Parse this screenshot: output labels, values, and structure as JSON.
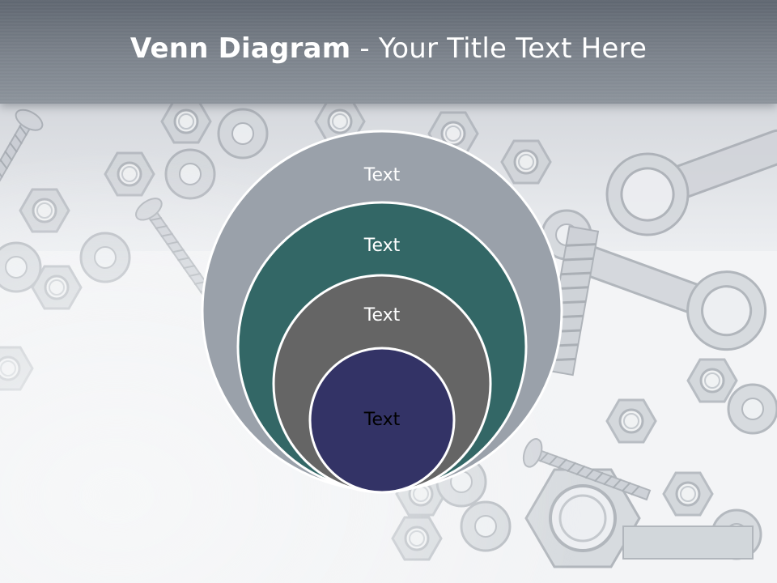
{
  "slide": {
    "title_bold": "Venn Diagram",
    "title_rest": " - Your Title Text Here"
  },
  "diagram": {
    "type": "nested-circles",
    "circles": [
      {
        "label": "Text",
        "fill": "#9aa1aa",
        "label_color": "#ffffff"
      },
      {
        "label": "Text",
        "fill": "#336766",
        "label_color": "#ffffff"
      },
      {
        "label": "Text",
        "fill": "#656565",
        "label_color": "#ffffff"
      },
      {
        "label": "Text",
        "fill": "#333366",
        "label_color": "#000000"
      }
    ],
    "outline_color": "#ffffff"
  },
  "colors": {
    "title_bar": "#767d86",
    "background": "#f2f3f5",
    "hardware_tint": "#c9cdd3"
  }
}
